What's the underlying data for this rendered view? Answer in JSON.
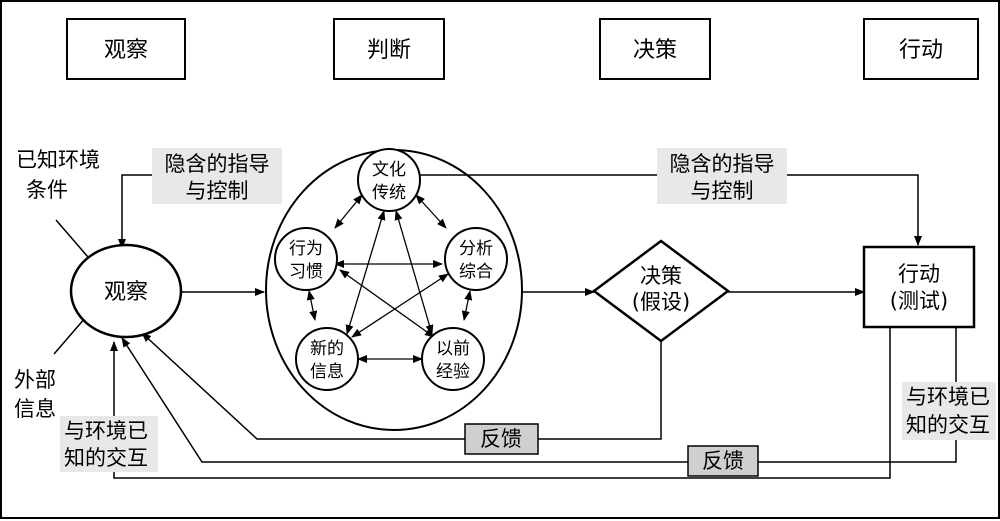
{
  "headers": {
    "observe": "观察",
    "orient": "判断",
    "decide": "决策",
    "act": "行动"
  },
  "inputs": {
    "known_conditions": [
      "已知环境",
      "条件"
    ],
    "external_info": [
      "外部",
      "信息"
    ]
  },
  "guidance": {
    "left": [
      "隐含的指导",
      "与控制"
    ],
    "right": [
      "隐含的指导",
      "与控制"
    ]
  },
  "nodes": {
    "observe": "观察",
    "decide": [
      "决策",
      "(假设)"
    ],
    "act": [
      "行动",
      "(测试)"
    ]
  },
  "orient_circles": {
    "culture": [
      "文化",
      "传统"
    ],
    "habits": [
      "行为",
      "习惯"
    ],
    "analysis": [
      "分析",
      "综合"
    ],
    "new_info": [
      "新的",
      "信息"
    ],
    "experience": [
      "以前",
      "经验"
    ]
  },
  "feedback": {
    "inner": "反馈",
    "outer": "反馈"
  },
  "interaction": {
    "left": [
      "与环境已",
      "知的交互"
    ],
    "right": [
      "与环境已",
      "知的交互"
    ]
  }
}
